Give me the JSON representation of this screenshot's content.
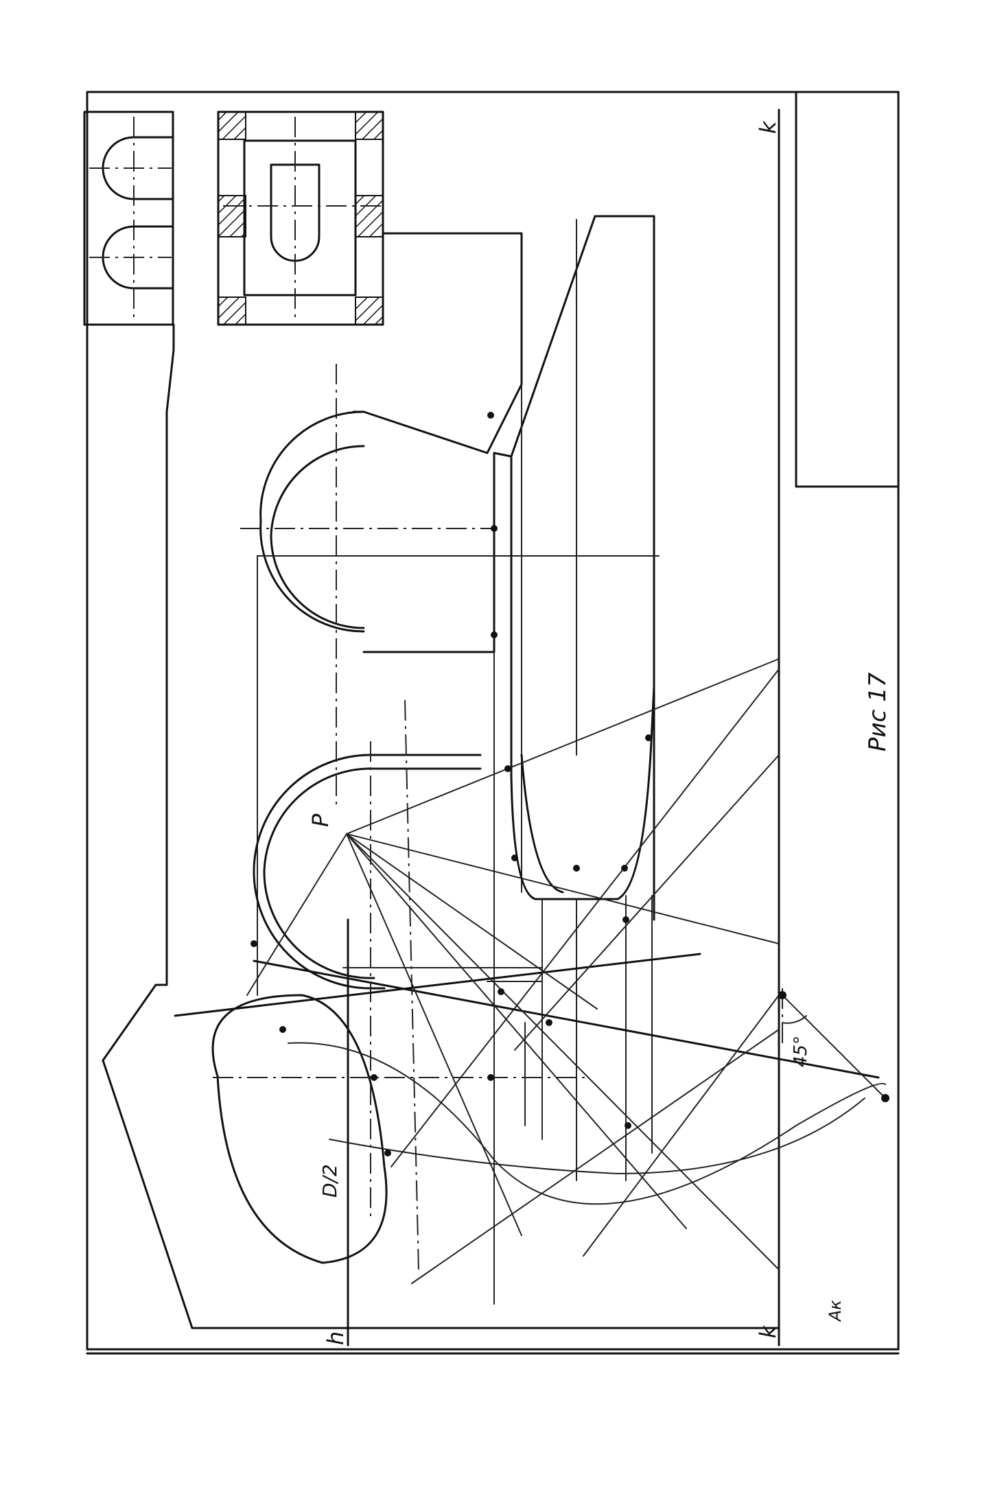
{
  "labels": {
    "figure_caption": "Рис 17",
    "point_P": "P",
    "half_diameter": "D/2",
    "angle": "45°",
    "horizon_h": "h",
    "ground_k_top": "k",
    "ground_k_bottom": "k",
    "point_label": "Aк"
  },
  "colors": {
    "ink": "#111111",
    "paper": "#ffffff"
  }
}
